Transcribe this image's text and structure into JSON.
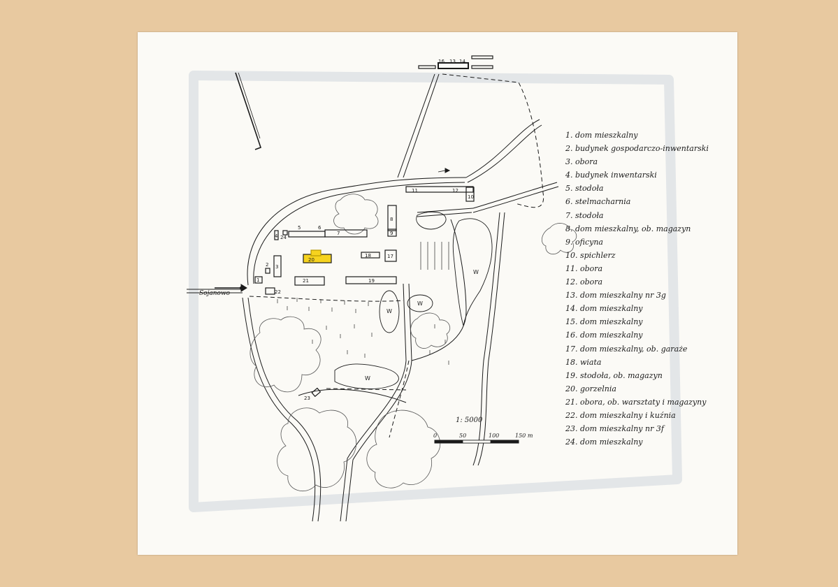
{
  "map": {
    "place_label": "Sojanowo",
    "scale_text": "1: 5000",
    "scale_ticks": [
      "0",
      "50",
      "100",
      "150 m"
    ],
    "water_symbol": "W",
    "highlight_color": "#f6d31f",
    "building_numbers": {
      "b1": "1",
      "b2": "2",
      "b3": "3",
      "b4": "4",
      "b5": "5",
      "b6": "6",
      "b7": "7",
      "b8": "8",
      "b9": "9",
      "b10": "10",
      "b11": "11",
      "b12": "12",
      "b13": "13",
      "b14": "14",
      "b16": "16",
      "b17": "17",
      "b18": "18",
      "b19": "19",
      "b20": "20",
      "b21": "21",
      "b22": "22",
      "b23": "23",
      "b24": "24"
    }
  },
  "legend": [
    "1. dom mieszkalny",
    "2. budynek gospodarczo-inwentarski",
    "3. obora",
    "4. budynek inwentarski",
    "5. stodoła",
    "6. stelmacharnia",
    "7. stodoła",
    "8. dom mieszkalny, ob. magazyn",
    "9. oficyna",
    "10. spichlerz",
    "11. obora",
    "12. obora",
    "13. dom mieszkalny nr 3g",
    "14. dom mieszkalny",
    "15. dom mieszkalny",
    "16. dom mieszkalny",
    "17. dom mieszkalny, ob. garaże",
    "18. wiata",
    "19. stodoła, ob. magazyn",
    "20. gorzelnia",
    "21. obora, ob. warsztaty i magazyny",
    "22. dom mieszkalny i kuźnia",
    "23. dom mieszkalny nr 3f",
    "24. dom mieszkalny"
  ]
}
